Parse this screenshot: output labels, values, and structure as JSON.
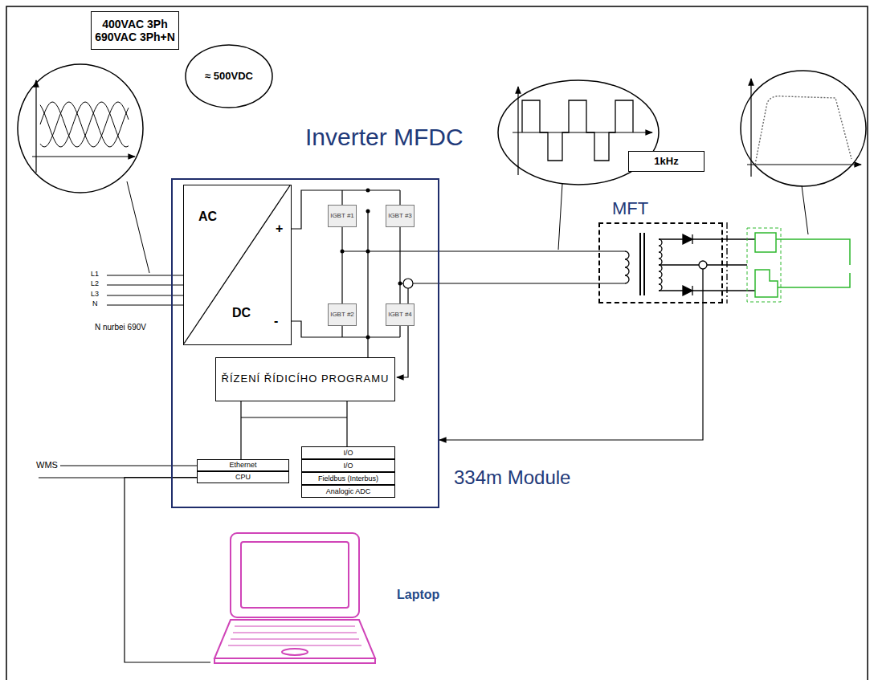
{
  "diagram": {
    "nodes": [
      {
        "text": [
          "400VAC 3Ph",
          "690VAC 3Ph+N"
        ]
      },
      {
        "text": [
          "≈ 500VDC"
        ]
      },
      {
        "text": [
          "Inverter MFDC"
        ]
      },
      {
        "text": [
          "AC",
          "DC",
          "+",
          "-"
        ],
        "in": 2
      },
      {
        "text": [
          "IGBT #1"
        ],
        "in": 2
      },
      {
        "text": [
          "IGBT #3"
        ],
        "in": 2
      },
      {
        "text": [
          "IGBT #2"
        ],
        "in": 2
      },
      {
        "text": [
          "IGBT #4"
        ],
        "in": 2
      },
      {
        "text": [
          "ŘÍZENÍ ŘÍDICÍHO PROGRAMU"
        ],
        "in": 2
      },
      {
        "text": [
          "Ethernet"
        ],
        "in": 2
      },
      {
        "text": [
          "CPU"
        ],
        "in": 2
      },
      {
        "text": [
          "I/O"
        ],
        "in": 2
      },
      {
        "text": [
          "I/O"
        ],
        "in": 2
      },
      {
        "text": [
          "Fieldbus (Interbus)"
        ],
        "in": 2
      },
      {
        "text": [
          "Analogic ADC"
        ],
        "in": 2
      },
      {
        "text": [
          "1kHz"
        ]
      },
      {
        "text": [
          "MFT"
        ]
      },
      {
        "text": [
          "Laptop"
        ]
      }
    ],
    "edges": [
      {
        "from": 16,
        "to": 2,
        "arrow": "to"
      },
      {
        "from": 10,
        "to": 17,
        "arrow": "none"
      }
    ],
    "labels": [
      "L1",
      "L2",
      "L3",
      "N",
      "N nurbei 690V",
      "WMS",
      "334m Module"
    ]
  }
}
